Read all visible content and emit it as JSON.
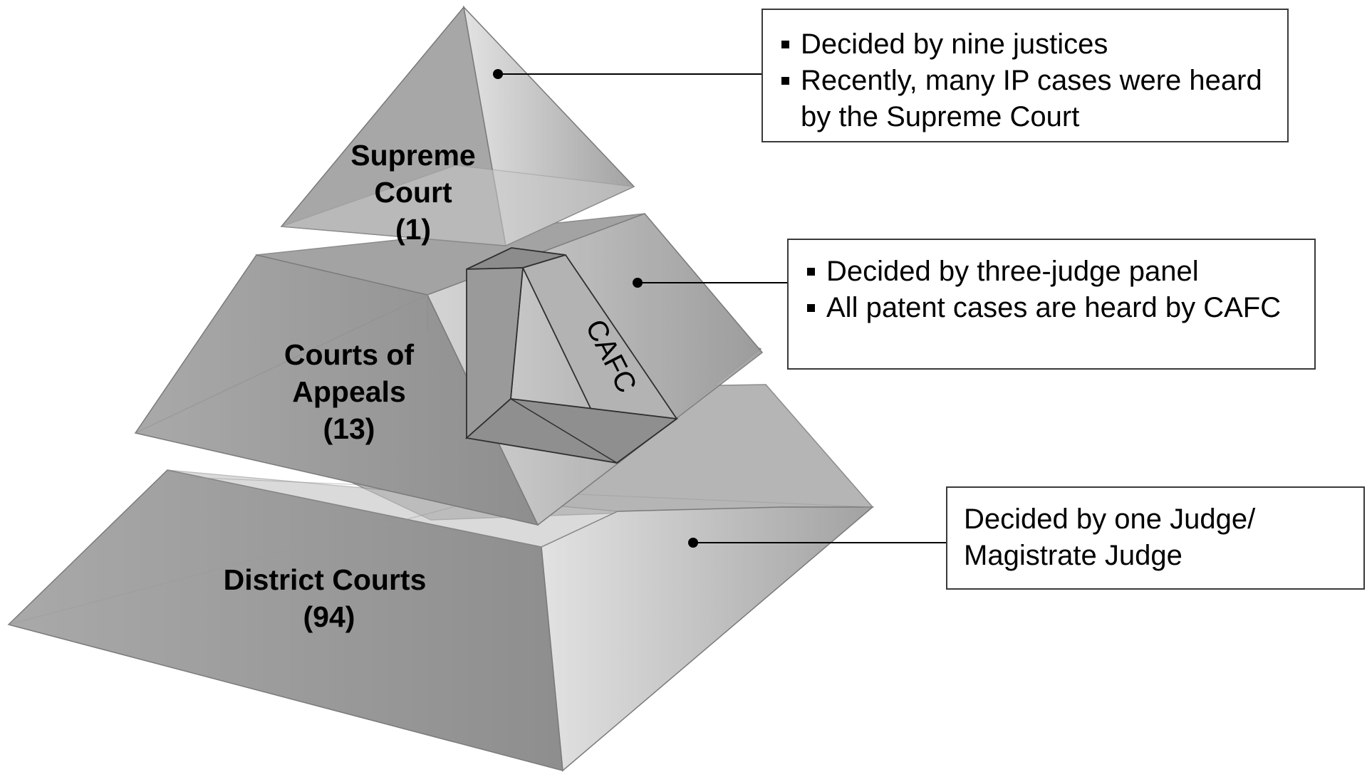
{
  "tiers": {
    "supreme": {
      "line1": "Supreme",
      "line2": "Court",
      "count": "(1)"
    },
    "appeals": {
      "line1": "Courts of",
      "line2": "Appeals",
      "count": "(13)"
    },
    "district": {
      "line1": "District Courts",
      "count": "(94)"
    },
    "cafc": "CAFC"
  },
  "callouts": {
    "supreme": [
      "Decided by nine justices",
      "Recently, many IP cases were heard by the Supreme Court"
    ],
    "appeals": [
      "Decided by three-judge panel",
      "All patent cases are heard by CAFC"
    ],
    "district": {
      "line1": "Decided by one Judge/",
      "line2": "Magistrate Judge"
    }
  }
}
